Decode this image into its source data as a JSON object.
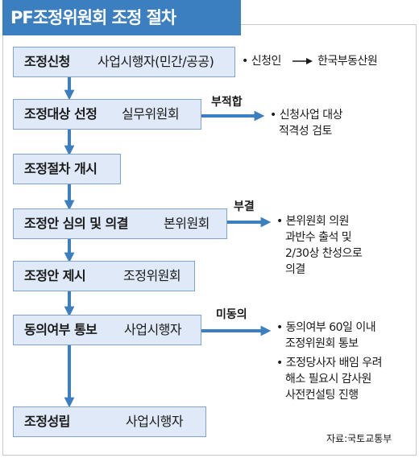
{
  "title": "PF조정위원회 조정 절차",
  "steps": [
    {
      "name": "조정신청",
      "actor": "사업시행자(민간/공공)"
    },
    {
      "name": "조정대상 선정",
      "actor": "실무위원회"
    },
    {
      "name": "조정절차 개시",
      "actor": ""
    },
    {
      "name": "조정안 심의 및 의결",
      "actor": "본위원회"
    },
    {
      "name": "조정안 제시",
      "actor": "조정위원회"
    },
    {
      "name": "동의여부 통보",
      "actor": "사업시행자"
    },
    {
      "name": "조정성립",
      "actor": "사업시행자"
    }
  ],
  "apply_note": {
    "bullet": "•",
    "from": "신청인",
    "arrow": "→",
    "to": "한국부동산원"
  },
  "branches": [
    {
      "label": "부적합",
      "lines": [
        "신청사업 대상",
        "적격성 검토"
      ]
    },
    {
      "label": "부결",
      "lines": [
        "본위원회 의원",
        "과반수 출석 및",
        "2/30상 찬성으로",
        "의결"
      ]
    },
    {
      "label": "미동의",
      "lines": [
        "동의여부 60일 이내",
        "조정위원회 통보"
      ],
      "lines2": [
        "조정당사자 배임 우려",
        "해소 필요시 감사원",
        "사전컨설팅 진행"
      ]
    }
  ],
  "bullet": "•",
  "source": "자료:국토교통부",
  "colors": {
    "accent": "#3c7fc0",
    "box_fill": "#dfe9f7",
    "box_border": "#7ea3cf"
  }
}
